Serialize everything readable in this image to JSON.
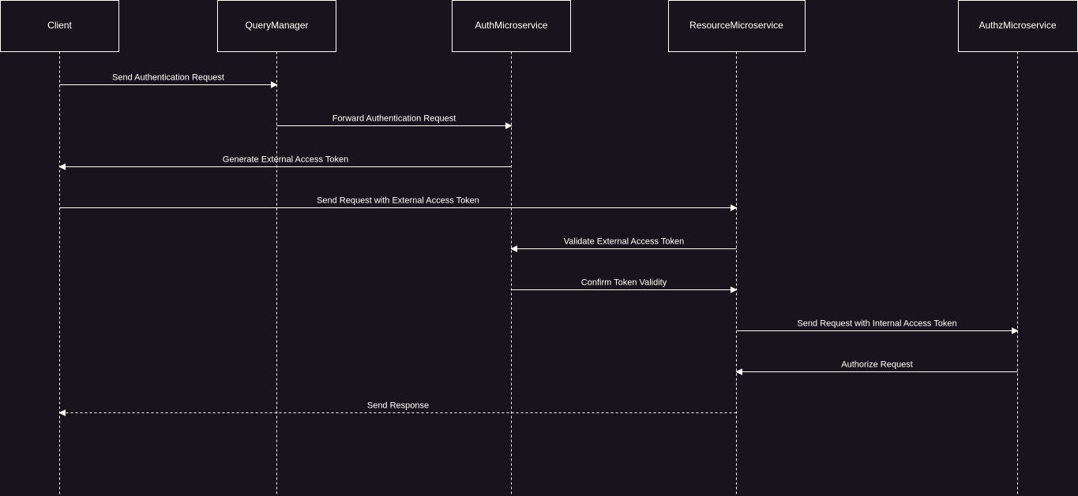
{
  "participants": [
    {
      "id": "client",
      "name": "Client"
    },
    {
      "id": "query-manager",
      "name": "QueryManager"
    },
    {
      "id": "auth-microservice",
      "name": "AuthMicroservice"
    },
    {
      "id": "resource-microservice",
      "name": "ResourceMicroservice"
    },
    {
      "id": "authz-microservice",
      "name": "AuthzMicroservice"
    }
  ],
  "messages": [
    {
      "from": "client",
      "to": "query-manager",
      "label": "Send Authentication Request",
      "style": "solid"
    },
    {
      "from": "query-manager",
      "to": "auth-microservice",
      "label": "Forward Authentication Request",
      "style": "solid"
    },
    {
      "from": "auth-microservice",
      "to": "client",
      "label": "Generate External Access Token",
      "style": "solid"
    },
    {
      "from": "client",
      "to": "resource-microservice",
      "label": "Send Request with External Access Token",
      "style": "solid"
    },
    {
      "from": "resource-microservice",
      "to": "auth-microservice",
      "label": "Validate External Access Token",
      "style": "solid"
    },
    {
      "from": "auth-microservice",
      "to": "resource-microservice",
      "label": "Confirm Token Validity",
      "style": "solid"
    },
    {
      "from": "resource-microservice",
      "to": "authz-microservice",
      "label": "Send Request with Internal Access Token",
      "style": "solid"
    },
    {
      "from": "authz-microservice",
      "to": "resource-microservice",
      "label": "Authorize Request",
      "style": "solid"
    },
    {
      "from": "resource-microservice",
      "to": "client",
      "label": "Send Response",
      "style": "dashed"
    }
  ],
  "colors": {
    "background": "#18141d",
    "foreground": "#ffffff"
  }
}
